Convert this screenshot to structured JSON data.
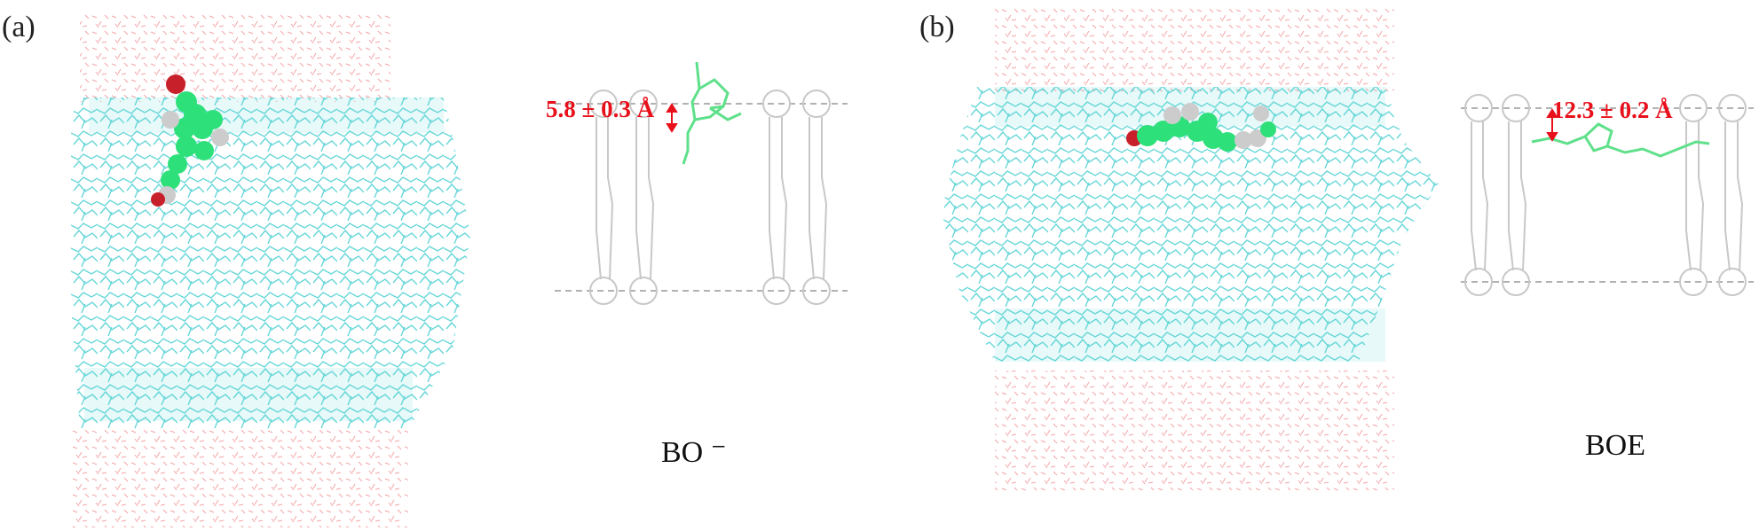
{
  "panels": [
    {
      "label": "(a)",
      "depth": "5.8 ± 0.3 Å",
      "species": "BO ⁻"
    },
    {
      "label": "(b)",
      "depth": "12.3 ± 0.2 Å",
      "species": "BOE"
    }
  ],
  "colors": {
    "water": "#f4a3a6",
    "lipid": "#5fd4d6",
    "probe": "#2ee07a",
    "probe_o": "#c8202a",
    "probe_h": "#cccccc",
    "arrow": "#e8101a",
    "schematic": "#c8c8c8",
    "reference_line": "#999999"
  }
}
